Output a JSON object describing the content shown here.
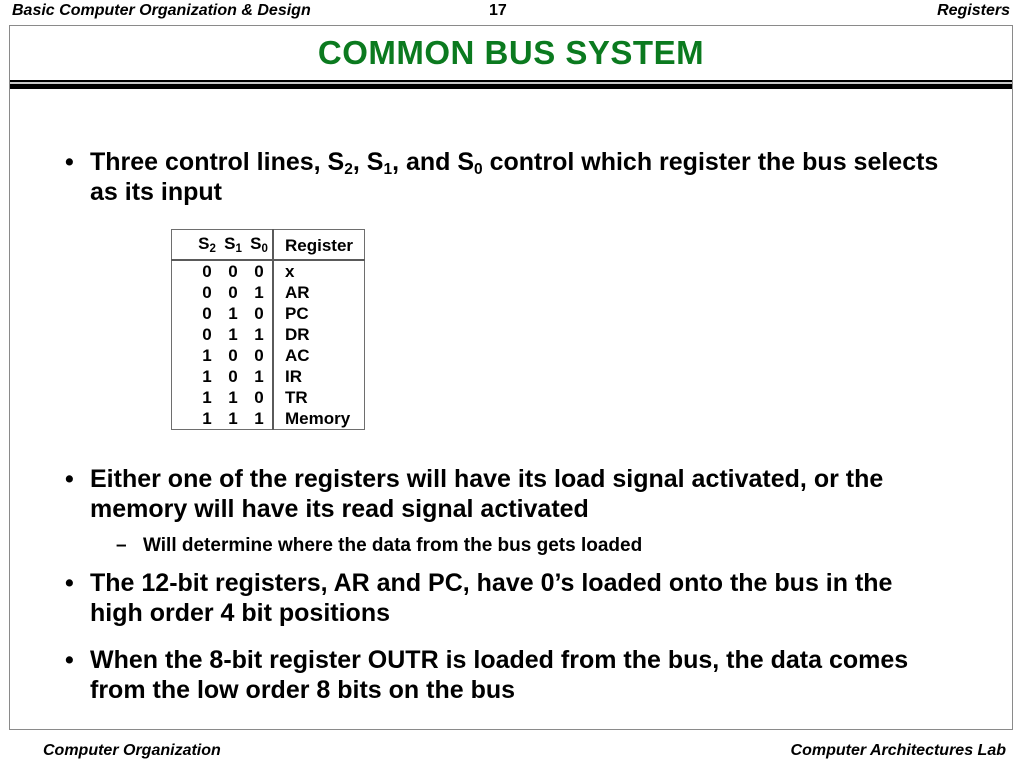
{
  "header": {
    "left_label": "Basic Computer Organization & Design",
    "page_number": "17",
    "right_label": "Registers"
  },
  "slide": {
    "title": "COMMON  BUS  SYSTEM",
    "title_color": "#0b7a1f"
  },
  "bullets": [
    {
      "marker": "•",
      "parts": [
        {
          "text": "Three control lines, S"
        },
        {
          "sub": "2"
        },
        {
          "text": ", S"
        },
        {
          "sub": "1"
        },
        {
          "text": ", and S"
        },
        {
          "sub": "0"
        },
        {
          "text": " control which register the bus selects as its input"
        }
      ],
      "plain": "Three control lines, S2, S1, and S0 control which register the bus selects as its input"
    },
    {
      "marker": "•",
      "plain": "Either one of the registers will have its load signal activated, or the memory will have its read signal activated"
    },
    {
      "marker": "•",
      "plain": "The 12-bit registers, AR and PC, have 0’s loaded onto the bus in the high order 4 bit positions"
    },
    {
      "marker": "•",
      "plain": "When the 8-bit register OUTR is loaded from the bus, the data comes from the low order 8 bits on the bus"
    }
  ],
  "subbullets": [
    {
      "marker": "–",
      "plain": "Will determine where the data from the bus gets loaded"
    }
  ],
  "table": {
    "headers": {
      "bits": [
        "S2",
        "S1",
        "S0"
      ],
      "bits_base": [
        "S",
        "S",
        "S"
      ],
      "bits_sub": [
        "2",
        "1",
        "0"
      ],
      "register": "Register"
    },
    "rows": [
      {
        "bits": [
          "0",
          "0",
          "0"
        ],
        "register": "x"
      },
      {
        "bits": [
          "0",
          "0",
          "1"
        ],
        "register": "AR"
      },
      {
        "bits": [
          "0",
          "1",
          "0"
        ],
        "register": "PC"
      },
      {
        "bits": [
          "0",
          "1",
          "1"
        ],
        "register": "DR"
      },
      {
        "bits": [
          "1",
          "0",
          "0"
        ],
        "register": "AC"
      },
      {
        "bits": [
          "1",
          "0",
          "1"
        ],
        "register": "IR"
      },
      {
        "bits": [
          "1",
          "1",
          "0"
        ],
        "register": "TR"
      },
      {
        "bits": [
          "1",
          "1",
          "1"
        ],
        "register": "Memory"
      }
    ]
  },
  "footer": {
    "left_label": "Computer Organization",
    "right_label": "Computer Architectures Lab"
  }
}
